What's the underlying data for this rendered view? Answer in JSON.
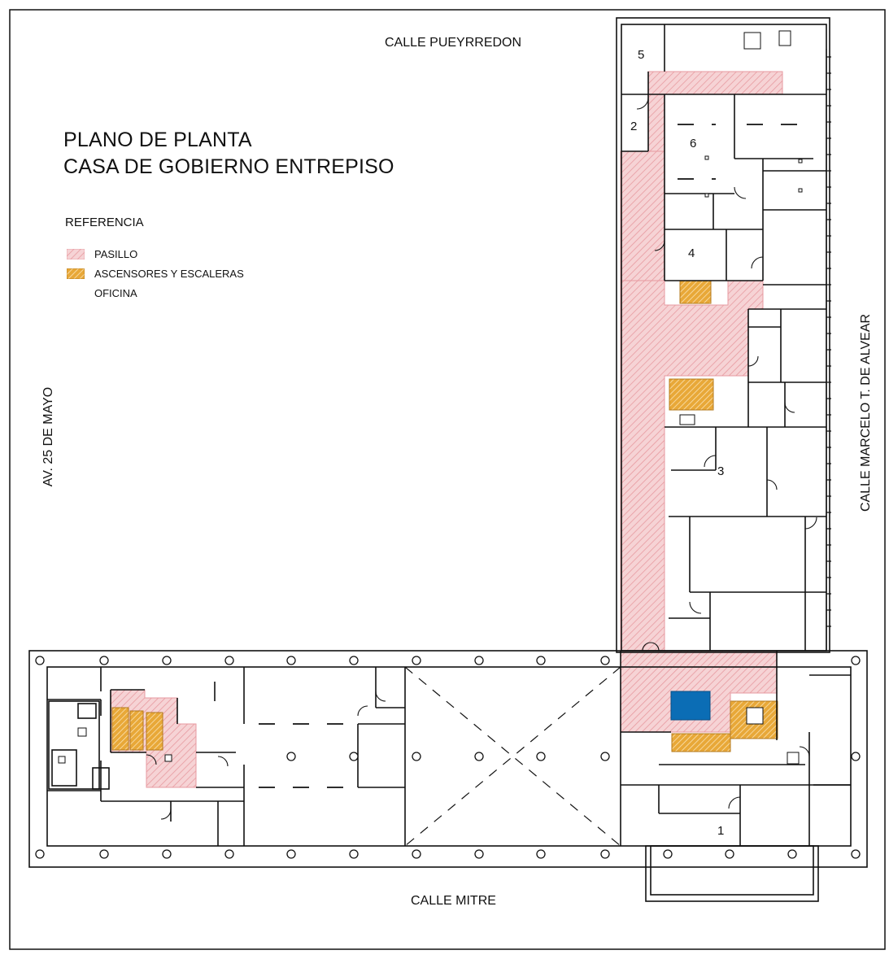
{
  "title": {
    "line1": "PLANO  DE PLANTA",
    "line2": "CASA DE GOBIERNO ENTREPISO"
  },
  "legend": {
    "heading": "REFERENCIA",
    "items": [
      {
        "label": "PASILLO",
        "swatch": "pasillo"
      },
      {
        "label": "ASCENSORES Y ESCALERAS",
        "swatch": "escaleras"
      },
      {
        "label": "OFICINA",
        "swatch": "none"
      }
    ]
  },
  "streets": {
    "north": "CALLE PUEYRREDON",
    "south": "CALLE MITRE",
    "west": "AV. 25 DE MAYO",
    "east": "CALLE MARCELO T. DE ALVEAR"
  },
  "rooms": [
    "5",
    "2",
    "6",
    "4",
    "3",
    "1"
  ],
  "colors": {
    "pasillo": "#f4c9cb",
    "pasillo_hatch": "#e79aa0",
    "escaleras": "#e8a838",
    "escaleras_hatch": "#fbe3b5",
    "highlight": "#0b6db5",
    "wall": "#111111"
  }
}
